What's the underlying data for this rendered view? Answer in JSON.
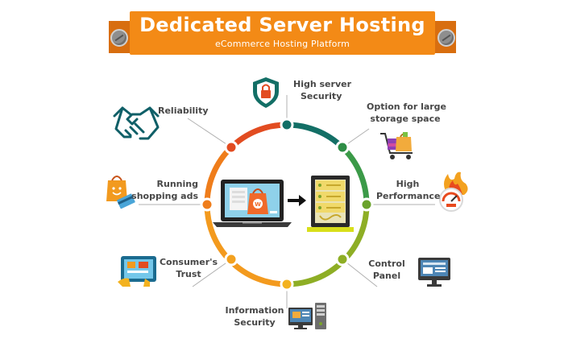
{
  "banner": {
    "title": "Dedicated Server Hosting",
    "subtitle": "eCommerce Hosting Platform"
  },
  "labels": {
    "security_l1": "High server",
    "security_l2": "Security",
    "reliability": "Reliability",
    "storage_l1": "Option for large",
    "storage_l2": "storage space",
    "ads_l1": "Running",
    "ads_l2": "shopping ads",
    "performance_l1": "High",
    "performance_l2": "Performance",
    "trust_l1": "Consumer's",
    "trust_l2": "Trust",
    "control_l1": "Control",
    "control_l2": "Panel",
    "info_l1": "Information",
    "info_l2": "Security"
  },
  "icons": {
    "security": "shield-lock-icon",
    "reliability": "handshake-icon",
    "storage": "shopping-cart-icon",
    "ads": "shopping-bag-icon",
    "performance": "speedometer-icon",
    "trust": "tablet-cart-icon",
    "control": "monitor-panel-icon",
    "info": "desktop-server-icon",
    "center_laptop": "laptop-shop-icon",
    "center_server": "server-rack-icon"
  },
  "colors": {
    "banner": "#f38a16",
    "teal": "#136f66",
    "green": "#7aa229",
    "orange": "#f2811b",
    "red_orange": "#e34e20",
    "label": "#474747"
  }
}
